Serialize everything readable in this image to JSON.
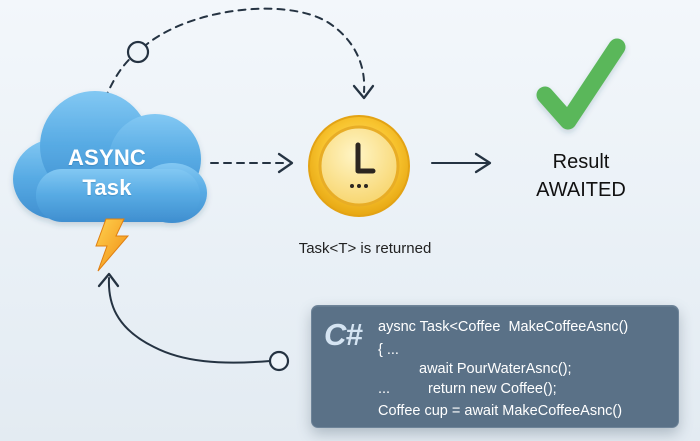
{
  "diagram": {
    "cloud": {
      "line1": "ASYNC",
      "line2": "Task",
      "color": "#4d9fd9"
    },
    "clock": {
      "glyph": "L",
      "dots": "...",
      "color": "#f1b51a"
    },
    "result": {
      "line1": "Result",
      "line2": "AWAITED",
      "check_color": "#5ab75a"
    },
    "caption": "Task<T> is returned",
    "lightning_color": "#f3a219"
  },
  "code_panel": {
    "logo": "C#",
    "lines": [
      "aysnc Task<Coffee  MakeCoffeeAsnc()",
      "{ ...",
      "await PourWaterAsnc();",
      "...",
      "return new Coffee();",
      "Coffee cup = await MakeCoffeeAsnc()"
    ],
    "background": "#5a7187"
  }
}
